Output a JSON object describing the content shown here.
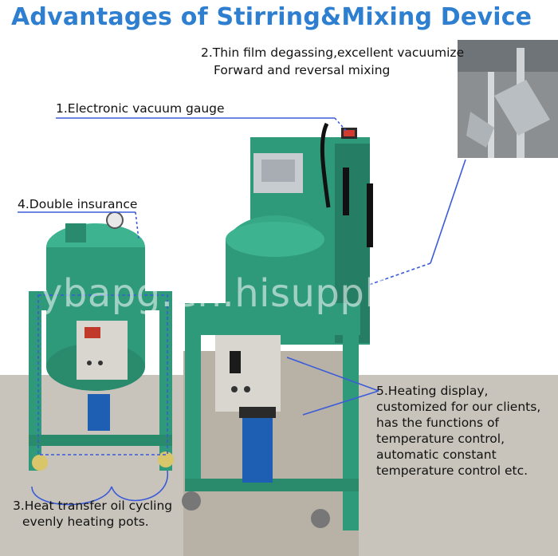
{
  "title": "Advantages of Stirring&Mixing Device",
  "callouts": {
    "c1": "1.Electronic vacuum gauge",
    "c2_line1": "2.Thin film degassing,excellent vacuumize",
    "c2_line2": "Forward and reversal mixing",
    "c4": "4.Double insurance",
    "c3_line1": "3.Heat transfer oil cycling",
    "c3_line2": "evenly heating pots.",
    "c5_lines": [
      "5.Heating display,",
      "customized for our clients,",
      "has the functions of",
      "temperature control,",
      "automatic constant",
      "temperature control etc."
    ]
  },
  "watermark": "ybapg.en.hisupplier.com",
  "colors": {
    "title": "#2f7fd0",
    "machine_green": "#2f9a7a",
    "callout_line": "#3b5bd9",
    "control_box": "#d9d6cf"
  }
}
